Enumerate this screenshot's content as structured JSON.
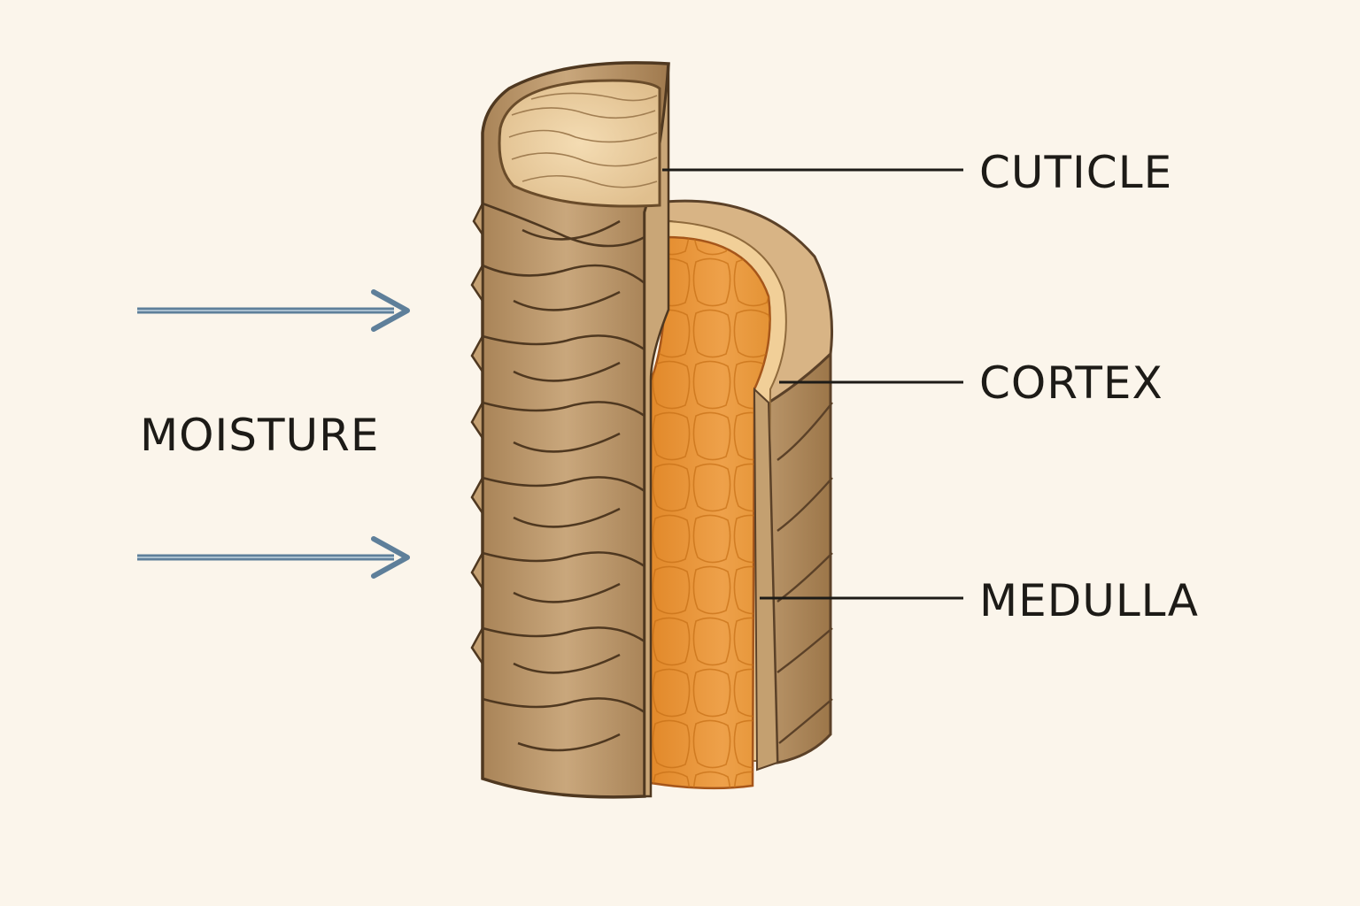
{
  "labels": {
    "cuticle": "CUTICLE",
    "cortex": "CORTEX",
    "medulla": "MEDULLA",
    "moisture": "MOISTURE"
  },
  "colors": {
    "background": "#fbf5eb",
    "cuticle": "#b8946a",
    "cortex": "#e89a3c",
    "medulla": "#f1cf98",
    "arrow": "#5e7f9a",
    "leader": "#1d1b17"
  },
  "arrows": {
    "count": 2,
    "direction": "right"
  }
}
